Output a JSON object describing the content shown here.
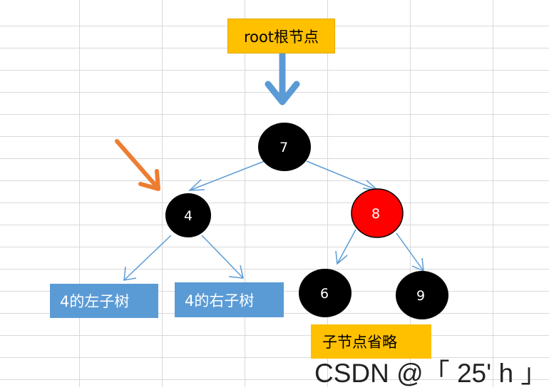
{
  "labels": {
    "root": "root根节点",
    "left_subtree": "4的左子树",
    "right_subtree": "4的右子树",
    "children_omitted": "子节点省略"
  },
  "nodes": [
    {
      "id": "n7",
      "value": "7",
      "color": "black"
    },
    {
      "id": "n4",
      "value": "4",
      "color": "black"
    },
    {
      "id": "n8",
      "value": "8",
      "color": "red"
    },
    {
      "id": "n6",
      "value": "6",
      "color": "black"
    },
    {
      "id": "n9",
      "value": "9",
      "color": "black"
    }
  ],
  "watermark": "CSDN @「 25' h 」",
  "colors": {
    "black_node": "#000000",
    "red_node": "#ff0000",
    "edge": "#5b9bd5",
    "root_arrow": "#5b9bd5",
    "pointer_arrow": "#ed7d31",
    "label_yellow": "#ffc000",
    "label_blue": "#5b9bd5",
    "grid": "#d4d4d4"
  }
}
